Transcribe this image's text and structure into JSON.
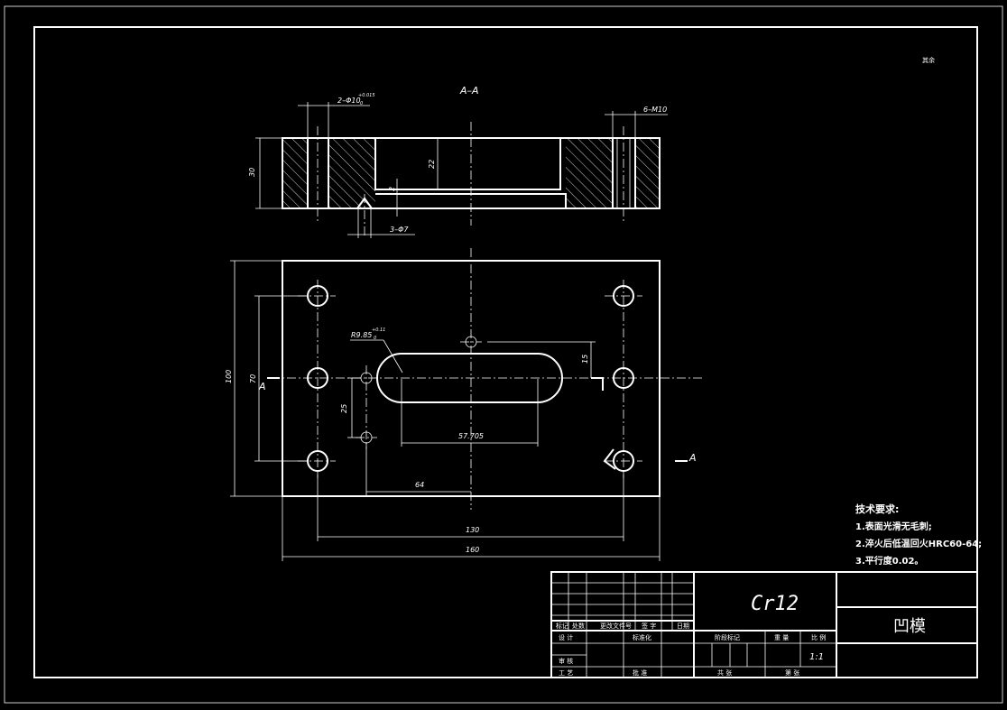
{
  "corner_mark": "其余",
  "section_label": "A–A",
  "section_markers": {
    "left": "A",
    "right": "A"
  },
  "dims": {
    "holes_top": "2–Φ10",
    "holes_top_tol": "+0.015",
    "holes_top_tol_low": "0",
    "threads": "6–M10",
    "thickness": "30",
    "slot_depth": "22",
    "step": "2",
    "pins": "3–Φ7",
    "width": "100",
    "pitch_v": "70",
    "slot_radius": "R9.85",
    "slot_radius_tol": "+0.11",
    "slot_radius_tol_low": "0",
    "slot_offset": "15",
    "pin_offset": "25",
    "slot_length": "57.705",
    "pin_x": "64",
    "pitch_h": "130",
    "length": "160"
  },
  "tech_requirements": {
    "title": "技术要求:",
    "items": [
      "1.表面光滑无毛刺;",
      "2.淬火后低温回火HRC60-64;",
      "3.平行度0.02。"
    ]
  },
  "title_block": {
    "material": "Cr12",
    "part_name": "凹模",
    "scale": "1:1",
    "labels": {
      "mark": "标记",
      "count": "处数",
      "file_no": "更改文件号",
      "sign": "签 字",
      "date": "日期",
      "design": "设 计",
      "standard": "标准化",
      "stage_mark": "阶段标记",
      "weight": "重 量",
      "scale_label": "比 例",
      "review": "审 核",
      "process": "工 艺",
      "approve": "批 准",
      "sheets_total": "共 张",
      "sheet_no": "第 张"
    }
  }
}
